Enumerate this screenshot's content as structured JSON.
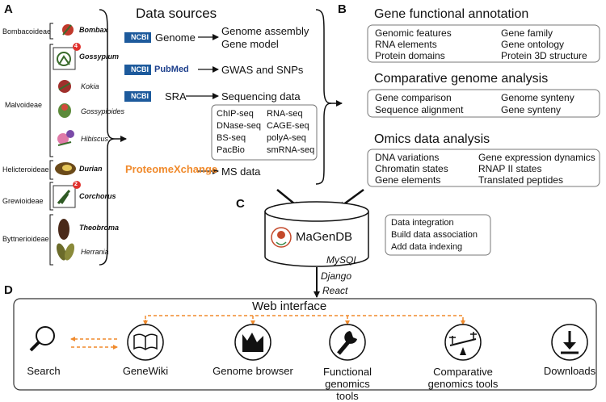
{
  "panels": {
    "a": "A",
    "b": "B",
    "c": "C",
    "d": "D"
  },
  "subfamilies": [
    "Bombacoideae",
    "Malvoideae",
    "Helicteroideae",
    "Grewioideae",
    "Byttnerioideae"
  ],
  "species": [
    "Bombax",
    "Gossypium",
    "Kokia",
    "Gossypioides",
    "Hibiscus",
    "Durian",
    "Corchorus",
    "Theobroma",
    "Herrania"
  ],
  "species_badges": {
    "gossypium": "4",
    "corchorus": "2"
  },
  "data_sources": {
    "title": "Data sources",
    "rows": [
      {
        "logo": "NCBI",
        "name": "Genome",
        "output_1": "Genome assembly",
        "output_2": "Gene model"
      },
      {
        "logo": "NCBI",
        "logo_text": "PubMed",
        "output_1": "GWAS and SNPs"
      },
      {
        "logo": "NCBI",
        "name": "SRA",
        "output_1": "Sequencing data"
      },
      {
        "logo": "ProteomeXchange",
        "output_1": "MS data"
      }
    ],
    "seq_types": [
      "ChIP-seq",
      "RNA-seq",
      "DNase-seq",
      "CAGE-seq",
      "BS-seq",
      "polyA-seq",
      "PacBio",
      "smRNA-seq"
    ]
  },
  "annotation": {
    "title": "Gene functional annotation",
    "items": [
      "Genomic features",
      "Gene family",
      "RNA elements",
      "Gene ontology",
      "Protein domains",
      "Protein 3D structure"
    ]
  },
  "comparative": {
    "title": "Comparative genome analysis",
    "items": [
      "Gene comparison",
      "Genome synteny",
      "Sequence alignment",
      "Gene synteny"
    ]
  },
  "omics": {
    "title": "Omics data analysis",
    "items": [
      "DNA variations",
      "Gene expression dynamics",
      "Chromatin states",
      "RNAP II states",
      "Gene elements",
      "Translated peptides"
    ]
  },
  "database": {
    "name": "MaGenDB",
    "stack": [
      "MySQL",
      "Django",
      "React"
    ],
    "features": [
      "Data integration",
      "Build data association",
      "Add data indexing"
    ]
  },
  "web": {
    "title": "Web interface",
    "tools": [
      "Search",
      "GeneWiki",
      "Genome browser",
      "Functional genomics tools",
      "Comparative genomics tools",
      "Downloads"
    ]
  },
  "colors": {
    "link_arrow": "#f08a2c",
    "box_border": "#777777",
    "badge": "#e0302c",
    "ncbi": "#1d5a9c"
  }
}
